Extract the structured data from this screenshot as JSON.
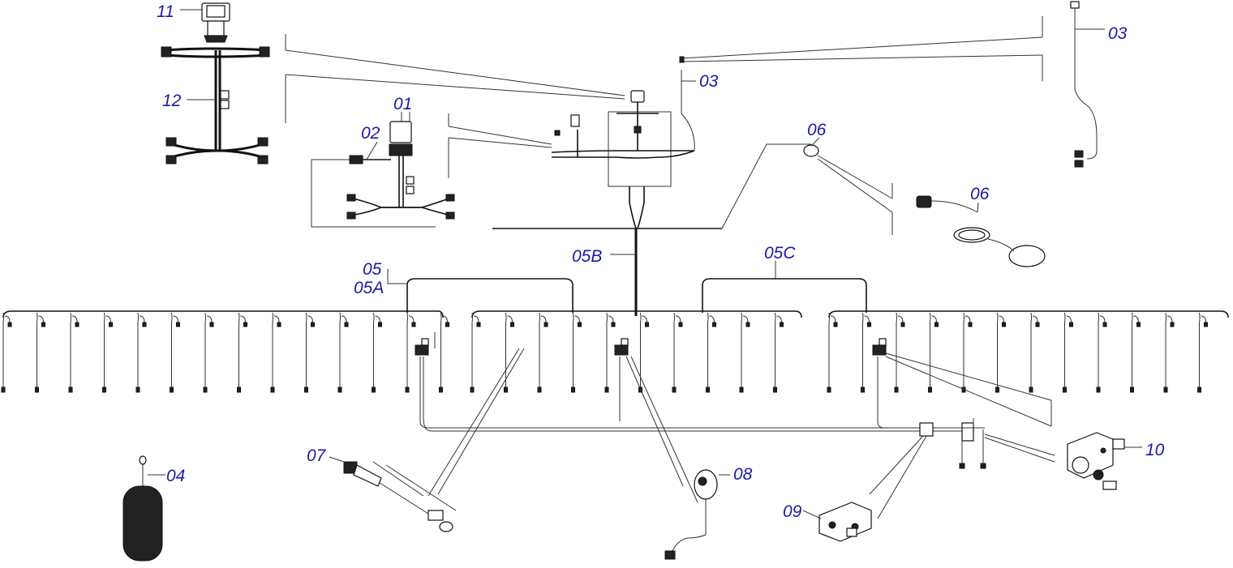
{
  "diagram": {
    "callouts": [
      {
        "key": "c11",
        "text": "11"
      },
      {
        "key": "c12",
        "text": "12"
      },
      {
        "key": "c01",
        "text": "01"
      },
      {
        "key": "c02",
        "text": "02"
      },
      {
        "key": "c03a",
        "text": "03"
      },
      {
        "key": "c03b",
        "text": "03"
      },
      {
        "key": "c06a",
        "text": "06"
      },
      {
        "key": "c06b",
        "text": "06"
      },
      {
        "key": "c05",
        "text": "05"
      },
      {
        "key": "c05A",
        "text": "05A"
      },
      {
        "key": "c05B",
        "text": "05B"
      },
      {
        "key": "c05C",
        "text": "05C"
      },
      {
        "key": "c04",
        "text": "04"
      },
      {
        "key": "c07",
        "text": "07"
      },
      {
        "key": "c08",
        "text": "08"
      },
      {
        "key": "c09",
        "text": "09"
      },
      {
        "key": "c10",
        "text": "10"
      }
    ],
    "colors": {
      "label": "#1a1aa6",
      "line": "#111111",
      "background": "#ffffff"
    }
  }
}
